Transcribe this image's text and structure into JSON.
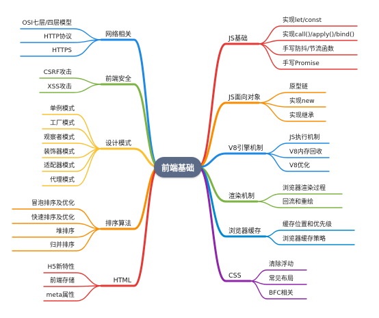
{
  "root": {
    "label": "前端基础"
  },
  "branches": [
    {
      "id": "js",
      "label": "JS基础",
      "side": "right",
      "color": "#e53935",
      "children": [
        "实现let/const",
        "实现call()/apply()/bind()",
        "手写防抖/节流函数",
        "手写Promise"
      ]
    },
    {
      "id": "oop",
      "label": "JS面向对象",
      "side": "right",
      "color": "#fb8c00",
      "children": [
        "原型链",
        "实现new",
        "实现继承"
      ]
    },
    {
      "id": "v8",
      "label": "V8引擎机制",
      "side": "right",
      "color": "#1e88e5",
      "children": [
        "JS执行机制",
        "V8内存回收",
        "V8优化"
      ]
    },
    {
      "id": "render",
      "label": "渲染机制",
      "side": "right",
      "color": "#7cb342",
      "children": [
        "浏览器渲染过程",
        "回流和重绘"
      ]
    },
    {
      "id": "cache",
      "label": "浏览器缓存",
      "side": "right",
      "color": "#0288d1",
      "children": [
        "缓存位置和优先级",
        "浏览器缓存策略"
      ]
    },
    {
      "id": "css",
      "label": "CSS",
      "side": "right",
      "color": "#8e24aa",
      "children": [
        "清除浮动",
        "常见布局",
        "BFC相关"
      ]
    },
    {
      "id": "net",
      "label": "网络相关",
      "side": "left",
      "color": "#1e88e5",
      "children": [
        "OSI七层/四层模型",
        "HTTP协议",
        "HTTPS"
      ]
    },
    {
      "id": "sec",
      "label": "前端安全",
      "side": "left",
      "color": "#7cb342",
      "children": [
        "CSRF攻击",
        "XSS攻击"
      ]
    },
    {
      "id": "pattern",
      "label": "设计模式",
      "side": "left",
      "color": "#fbc02d",
      "children": [
        "单例模式",
        "工厂模式",
        "观察者模式",
        "装饰器模式",
        "适配器模式",
        "代理模式"
      ]
    },
    {
      "id": "sort",
      "label": "排序算法",
      "side": "left",
      "color": "#fb8c00",
      "children": [
        "冒泡排序及优化",
        "快速排序及优化",
        "堆排序",
        "归并排序"
      ]
    },
    {
      "id": "html",
      "label": "HTML",
      "side": "left",
      "color": "#e53935",
      "children": [
        "H5新特性",
        "前端存储",
        "meta属性"
      ]
    }
  ]
}
